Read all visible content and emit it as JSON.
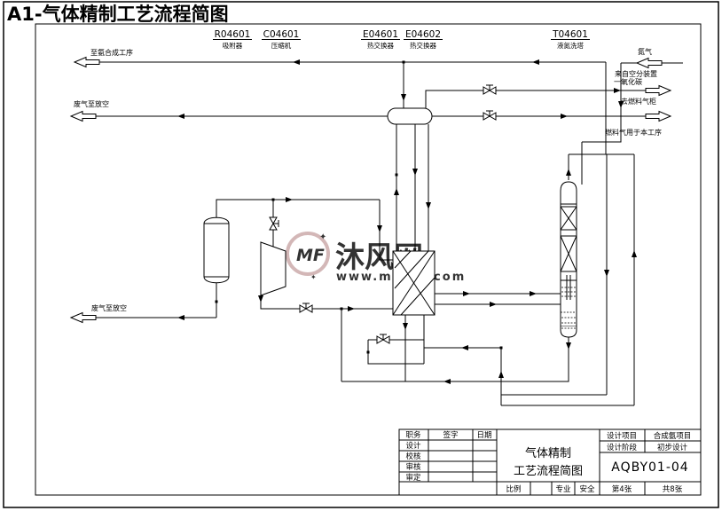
{
  "page": {
    "background": "#ffffff",
    "frame_color": "#000000"
  },
  "title": {
    "text": "A1-气体精制工艺流程简图",
    "color": "#dd0000"
  },
  "equipment": [
    {
      "code": "R04601",
      "name": "吸附器"
    },
    {
      "code": "C04601",
      "name": "压缩机"
    },
    {
      "code": "E04601",
      "name": "热交换器"
    },
    {
      "code": "E04602",
      "name": "热交换器"
    },
    {
      "code": "T04601",
      "name": "液氮洗塔"
    }
  ],
  "streams": {
    "left": [
      {
        "label": "至氨合成工序"
      },
      {
        "label": "废气至放空"
      },
      {
        "label": "废气至放空"
      }
    ],
    "right": [
      {
        "label": "氮气",
        "sublabel": "来自空分装置"
      },
      {
        "label": "一氧化碳",
        "sublabel": "去燃料气柜"
      },
      {
        "label": "燃料气用于本工序",
        "sublabel": ""
      }
    ]
  },
  "watermark": {
    "logo_text": "MF",
    "site_name": "沐风网",
    "url": "www.mfcad.com",
    "color": "#c9a6a6"
  },
  "title_block": {
    "sign_table": {
      "col_headers": [
        "职务",
        "签字",
        "日期"
      ],
      "row_labels": [
        "设计",
        "校核",
        "审核",
        "审定"
      ]
    },
    "drawing_title": {
      "line1": "气体精制",
      "line2": "工艺流程简图"
    },
    "bottom_row": {
      "scale_label": "比例",
      "major_label": "专业",
      "major_value": "安全"
    },
    "project": {
      "label": "设计项目",
      "value": "合成氨项目"
    },
    "stage": {
      "label": "设计阶段",
      "value": "初步设计"
    },
    "drawing_number": "AQBY01-04",
    "sheet_info": {
      "current": "第4张",
      "total": "共8张"
    }
  }
}
